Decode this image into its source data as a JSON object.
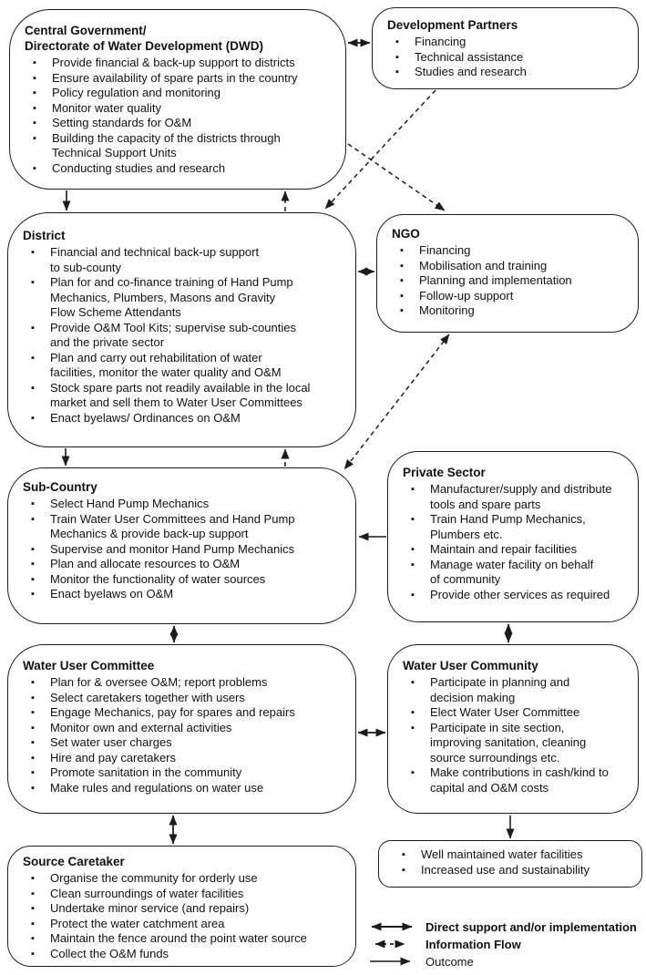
{
  "boxes": {
    "central_government": {
      "title": "Central Government/\nDirectorate of Water Development (DWD)",
      "items": [
        "Provide financial & back-up support to districts",
        "Ensure availability of spare parts in the country",
        "Policy regulation and monitoring",
        "Monitor water quality",
        "Setting standards for O&M",
        "Building the capacity of the districts through\nTechnical Support Units",
        "Conducting studies and research"
      ]
    },
    "development_partners": {
      "title": "Development Partners",
      "items": [
        "Financing",
        "Technical assistance",
        "Studies and research"
      ]
    },
    "district": {
      "title": "District",
      "items": [
        "Financial and technical back-up support\nto sub-county",
        "Plan for and co-finance training of Hand Pump\nMechanics, Plumbers, Masons and Gravity\nFlow Scheme Attendants",
        "Provide O&M Tool Kits; supervise sub-counties\nand the private sector",
        "Plan and carry out rehabilitation of water\nfacilities, monitor the water quality and O&M",
        "Stock spare parts not readily available in the local\nmarket and sell them to Water User Committees",
        "Enact byelaws/ Ordinances on O&M"
      ]
    },
    "ngo": {
      "title": "NGO",
      "items": [
        "Financing",
        "Mobilisation and training",
        "Planning and implementation",
        "Follow-up support",
        "Monitoring"
      ]
    },
    "sub_country": {
      "title": "Sub-Country",
      "items": [
        "Select Hand Pump Mechanics",
        "Train Water User Committees and Hand Pump\nMechanics & provide back-up support",
        "Supervise and monitor Hand Pump Mechanics",
        "Plan and allocate resources to O&M",
        "Monitor the functionality of water sources",
        "Enact byelaws on O&M"
      ]
    },
    "private_sector": {
      "title": "Private Sector",
      "items": [
        "Manufacturer/supply and distribute\ntools and spare parts",
        "Train Hand Pump Mechanics,\nPlumbers etc.",
        "Maintain and repair facilities",
        "Manage water facility on behalf\nof community",
        "Provide other services as required"
      ]
    },
    "water_user_committee": {
      "title": "Water User Committee",
      "items": [
        "Plan for & oversee O&M; report problems",
        "Select caretakers together with users",
        "Engage Mechanics, pay for spares and repairs",
        "Monitor own and external activities",
        "Set water user charges",
        "Hire and pay caretakers",
        "Promote sanitation in the community",
        "Make rules and regulations on water use"
      ]
    },
    "water_user_community": {
      "title": "Water User Community",
      "items": [
        "Participate in planning and\ndecision making",
        "Elect Water User Committee",
        "Participate in site section,\nimproving sanitation, cleaning\nsource surroundings etc.",
        "Make contributions in cash/kind to\ncapital and O&M costs"
      ]
    },
    "source_caretaker": {
      "title": "Source Caretaker",
      "items": [
        "Organise the community for orderly use",
        "Clean surroundings of water facilities",
        "Undertake minor service (and repairs)",
        "Protect the water catchment area",
        "Maintain the fence around the point water source",
        "Collect the O&M funds"
      ]
    },
    "outcome_box": {
      "items": [
        "Well maintained water facilities",
        "Increased use and sustainability"
      ]
    }
  },
  "legend": {
    "direct_support": "Direct support and/or implementation",
    "information_flow": "Information Flow",
    "outcome": "Outcome"
  },
  "colors": {
    "line": "#1c1c1c",
    "background": "#ffffff",
    "text": "#111111"
  }
}
